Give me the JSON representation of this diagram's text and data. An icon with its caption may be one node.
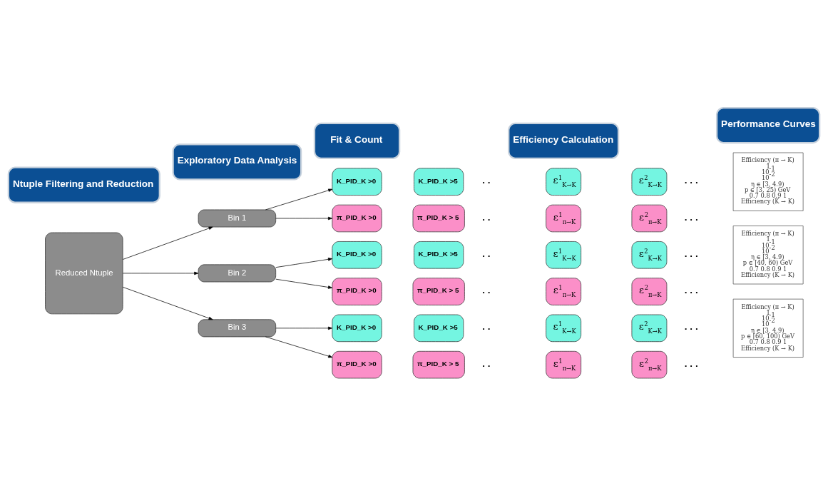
{
  "diagram": {
    "nodes": [
      {
        "text": [
          "Ntuple Filtering and Reduction"
        ]
      },
      {
        "text": [
          "Exploratory Data Analysis"
        ]
      },
      {
        "text": [
          "Fit & Count"
        ]
      },
      {
        "text": [
          "Efficiency Calculation"
        ]
      },
      {
        "text": [
          "Performance Curves"
        ]
      },
      {
        "text": [
          "Reduced Ntuple"
        ]
      },
      {
        "text": [
          "Bin 1"
        ]
      },
      {
        "text": [
          "Bin 2"
        ]
      },
      {
        "text": [
          "Bin 3"
        ]
      },
      {
        "text": [
          "K_PID_K >0"
        ]
      },
      {
        "text": [
          "K_PID_K >5"
        ],
        "beside": [
          ". ."
        ]
      },
      {
        "text": [
          "ε$^{1}$$_{K→K}$"
        ]
      },
      {
        "text": [
          "ε$^{2}$$_{K→K}$"
        ],
        "beside": [
          ". . ."
        ]
      },
      {
        "text": [
          "Efficiency (π → K)",
          "1",
          "10$^{-1}$",
          "10$^{-2}$",
          "η ∈ [3, 4.9)",
          "p ∈ [3, 25) GeV",
          "0.7 0.8 0.9 1",
          "Efficiency (K → K)"
        ]
      },
      {
        "text": [
          "π_PID_K >0"
        ]
      },
      {
        "text": [
          "π_PID_K > 5"
        ],
        "beside": [
          ". ."
        ]
      },
      {
        "text": [
          "ε$^{1}$$_{π→K}$"
        ]
      },
      {
        "text": [
          "ε$^{2}$$_{π→K}$"
        ],
        "beside": [
          ". . ."
        ]
      },
      {
        "text": [
          "K_PID_K >0"
        ]
      },
      {
        "text": [
          "K_PID_K >5"
        ],
        "beside": [
          ". ."
        ]
      },
      {
        "text": [
          "ε$^{1}$$_{K→K}$"
        ]
      },
      {
        "text": [
          "ε$^{2}$$_{K→K}$"
        ],
        "beside": [
          ". . ."
        ]
      },
      {
        "text": [
          "Efficiency (π → K)",
          "1",
          "10$^{-1}$",
          "10$^{-2}$",
          "η ∈ [3, 4.9)",
          "p ∈ [40, 60) GeV",
          "0.7 0.8 0.9 1",
          "Efficiency (K → K)"
        ]
      },
      {
        "text": [
          "π_PID_K >0"
        ]
      },
      {
        "text": [
          "π_PID_K > 5"
        ],
        "beside": [
          ". ."
        ]
      },
      {
        "text": [
          "ε$^{1}$$_{π→K}$"
        ]
      },
      {
        "text": [
          "ε$^{2}$$_{π→K}$"
        ],
        "beside": [
          ". . ."
        ]
      },
      {
        "text": [
          "K_PID_K >0"
        ]
      },
      {
        "text": [
          "K_PID_K >5"
        ],
        "beside": [
          ". ."
        ]
      },
      {
        "text": [
          "ε$^{1}$$_{K→K}$"
        ]
      },
      {
        "text": [
          "ε$^{2}$$_{K→K}$"
        ],
        "beside": [
          ". . ."
        ]
      },
      {
        "text": [
          "Efficiency (π → K)",
          "1",
          "10$^{-1}$",
          "10$^{-2}$",
          "η ∈ [3, 4.9)",
          "p ∈ [60, 100) GeV",
          "0.7 0.8 0.9 1",
          "Efficiency (K → K)"
        ]
      },
      {
        "text": [
          "π_PID_K >0"
        ]
      },
      {
        "text": [
          "π_PID_K > 5"
        ],
        "beside": [
          ". ."
        ]
      },
      {
        "text": [
          "ε$^{1}$$_{π→K}$"
        ]
      },
      {
        "text": [
          "ε$^{2}$$_{π→K}$"
        ],
        "beside": [
          ". . ."
        ]
      }
    ],
    "edges": [
      {
        "from": 5,
        "to": 6,
        "arrow": "to"
      },
      {
        "from": 5,
        "to": 7,
        "arrow": "to"
      },
      {
        "from": 5,
        "to": 8,
        "arrow": "to"
      },
      {
        "from": 6,
        "to": 9,
        "arrow": "to"
      },
      {
        "from": 6,
        "to": 14,
        "arrow": "to"
      },
      {
        "from": 7,
        "to": 18,
        "arrow": "to"
      },
      {
        "from": 7,
        "to": 23,
        "arrow": "to"
      },
      {
        "from": 8,
        "to": 27,
        "arrow": "to"
      },
      {
        "from": 8,
        "to": 32,
        "arrow": "to"
      }
    ]
  }
}
